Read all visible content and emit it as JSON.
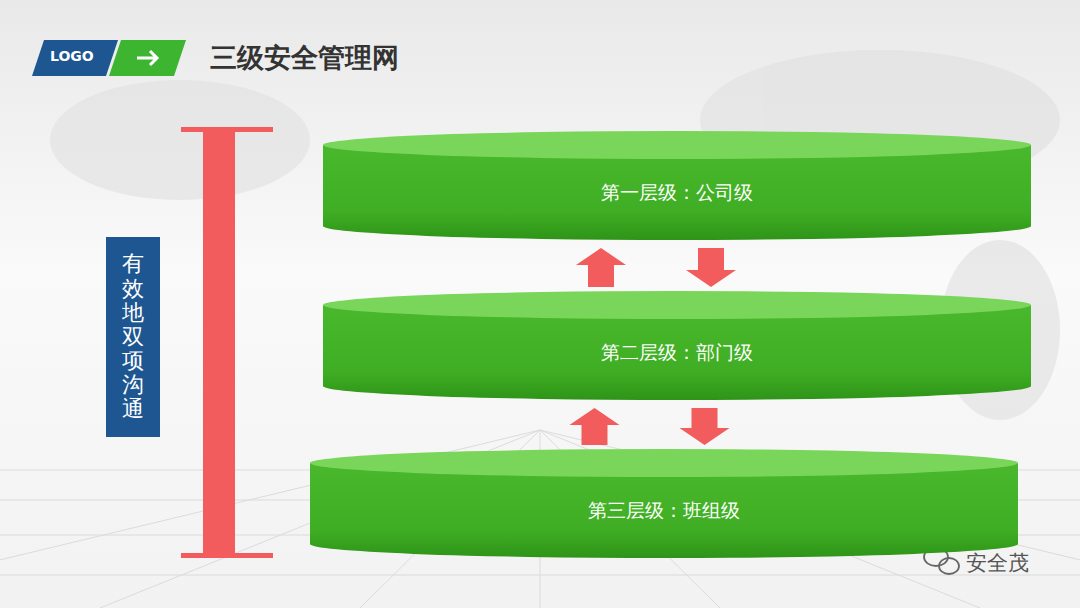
{
  "diagram": {
    "title": "三级安全管理网",
    "nodes": [
      {
        "text": [
          "有效地双项沟通"
        ]
      },
      {
        "text": [
          "第一层级：公司级"
        ]
      },
      {
        "text": [
          "第二层级：部门级"
        ]
      },
      {
        "text": [
          "第三层级：班组级"
        ]
      }
    ],
    "edges": [
      {
        "from": 2,
        "to": 1,
        "arrow": "to"
      },
      {
        "from": 1,
        "to": 2,
        "arrow": "to"
      },
      {
        "from": 3,
        "to": 2,
        "arrow": "to"
      },
      {
        "from": 2,
        "to": 3,
        "arrow": "to"
      }
    ],
    "labels": [
      "LOGO",
      "安全茂"
    ]
  }
}
